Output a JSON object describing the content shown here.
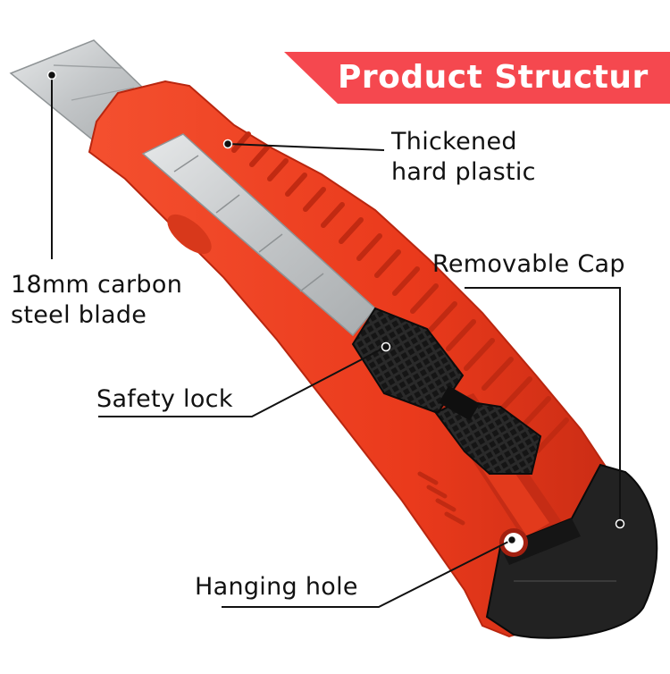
{
  "banner": {
    "title": "Product Structur",
    "color": "#f5484f"
  },
  "callouts": {
    "plastic": {
      "line1": "Thickened",
      "line2": "hard plastic"
    },
    "blade": {
      "line1": "18mm carbon",
      "line2": "steel blade"
    },
    "cap": {
      "text": "Removable Cap"
    },
    "lock": {
      "text": "Safety lock"
    },
    "hole": {
      "text": "Hanging hole"
    }
  },
  "colors": {
    "body": "#ee3b1f",
    "body_dark": "#c62d16",
    "blade": "#c9cbcc",
    "black_parts": "#1e1e1e"
  }
}
